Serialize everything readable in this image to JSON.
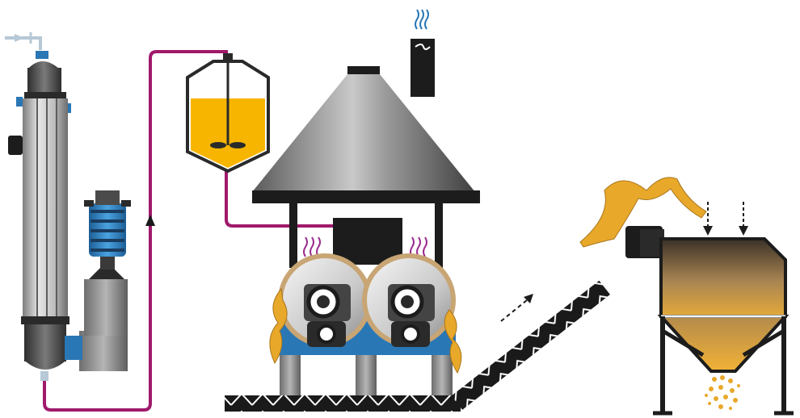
{
  "diagram": {
    "colors": {
      "pipe": "#a0196b",
      "liquid": "#f7b500",
      "flake": "#e8a82a",
      "steel_dark": "#3a3a3a",
      "steel_mid": "#8d8d8d",
      "steel_light": "#d4d4d4",
      "frame": "#1c1c1c",
      "blue": "#2a77b5",
      "drum_rim": "#c8a574",
      "heat": "#9b2d8f",
      "pipe_light": "#b7c8d6",
      "white": "#ffffff"
    },
    "components": [
      {
        "id": "evaporator-column",
        "icon": "tall-column"
      },
      {
        "id": "condenser-unit",
        "icon": "coil-condenser"
      },
      {
        "id": "feed-tank",
        "icon": "agitated-tank"
      },
      {
        "id": "drum-dryer",
        "icon": "double-drum"
      },
      {
        "id": "hood",
        "icon": "exhaust-hood"
      },
      {
        "id": "screw-conveyor",
        "icon": "inclined-screw"
      },
      {
        "id": "collection-hopper",
        "icon": "hopper"
      }
    ],
    "flow_icons": [
      "flow-arrow-up",
      "flow-arrow-down",
      "direction-arrow"
    ]
  }
}
